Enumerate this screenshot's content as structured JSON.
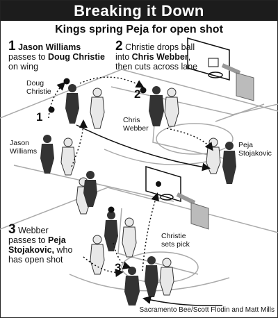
{
  "header": {
    "title": "Breaking it Down",
    "subtitle": "Kings spring Peja for open shot"
  },
  "steps": [
    {
      "number": "1",
      "pre": "Jason Williams",
      "mid": " passes to ",
      "post": "Doug Christie",
      "tail": " on wing"
    },
    {
      "number": "2",
      "pre": "Christie drops ball into ",
      "mid": "Chris Webber",
      "post": ",",
      "tail": " then cuts across lane"
    },
    {
      "number": "3",
      "pre": "Webber passes to ",
      "mid": "Peja Stojakovic,",
      "post": "",
      "tail": " who has open shot"
    }
  ],
  "labels": {
    "doug_christie": "Doug Christie",
    "jason_williams": "Jason Williams",
    "chris_webber": "Chris Webber",
    "peja_stojakovic": "Peja Stojakovic",
    "christie_pick": "Christie sets pick"
  },
  "markers": {
    "m1": "1",
    "m2": "2",
    "m3": "3"
  },
  "credit": "Sacramento Bee/Scott Flodin and Matt Mills"
}
